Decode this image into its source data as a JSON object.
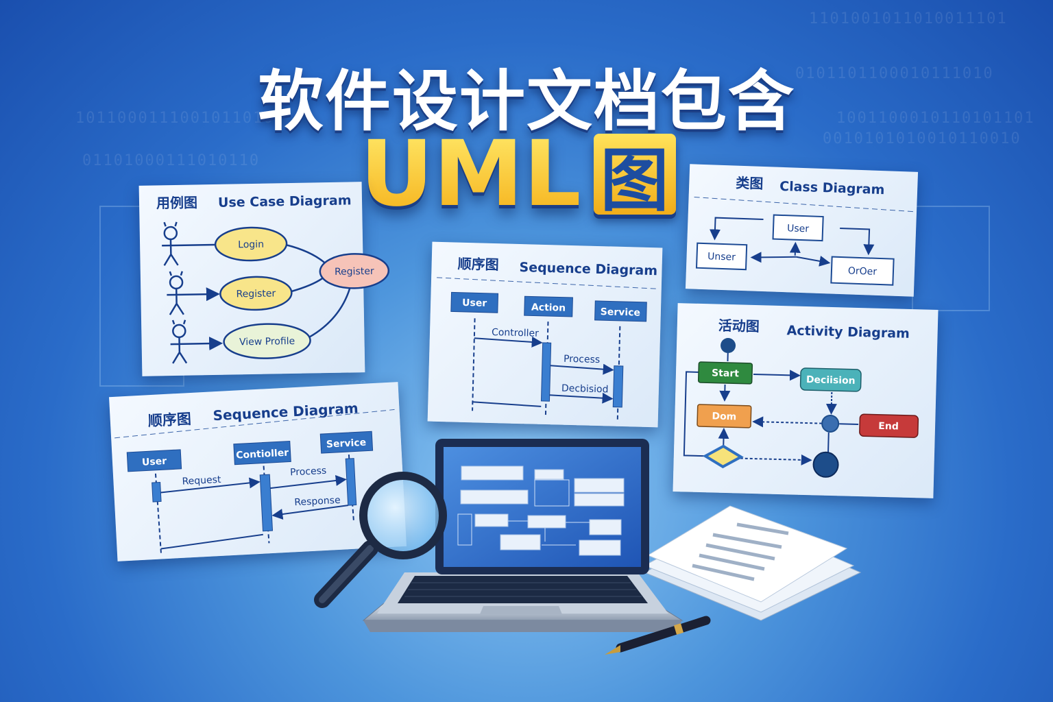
{
  "header": {
    "title_line1": "软件设计文档包含",
    "title_uml": "UML",
    "title_tu": "图"
  },
  "background": {
    "binary_rows": [
      "1101001011010011101",
      "0101101100010111010",
      "1001100010110101101",
      "0010101010010110010",
      "1011000111001011010",
      "01101000111010110"
    ]
  },
  "use_case_diagram": {
    "title_cn": "用例图",
    "title_en": "Use Case Diagram",
    "cases": [
      "Login",
      "Register",
      "View Profile"
    ],
    "shared_case": "Register"
  },
  "sequence_diagram_center": {
    "title_cn": "顺序图",
    "title_en": "Sequence Diagram",
    "lifelines": [
      "User",
      "Action",
      "Service"
    ],
    "messages": [
      "Controller",
      "Process",
      "Decbisiod"
    ]
  },
  "class_diagram": {
    "title_cn": "类图",
    "title_en": "Class Diagram",
    "classes": [
      "User",
      "Unser",
      "OrOer"
    ]
  },
  "activity_diagram": {
    "title_cn": "活动图",
    "title_en": "Activity Diagram",
    "nodes": [
      "Start",
      "Deciision",
      "Dom",
      "End"
    ],
    "colors": {
      "start": "#2f8a3f",
      "decision": "#4bb2b9",
      "dom": "#f0a04e",
      "end": "#c63a3a"
    }
  },
  "sequence_diagram_left": {
    "title_cn": "顺序图",
    "title_en": "Sequence Diagram",
    "lifelines": [
      "User",
      "Contioller",
      "Service"
    ],
    "messages": [
      "Request",
      "Process",
      "Response"
    ]
  },
  "colors": {
    "accent_yellow": "#ffd23a",
    "diagram_blue": "#173e8c",
    "box_blue": "#2f6fc0"
  }
}
